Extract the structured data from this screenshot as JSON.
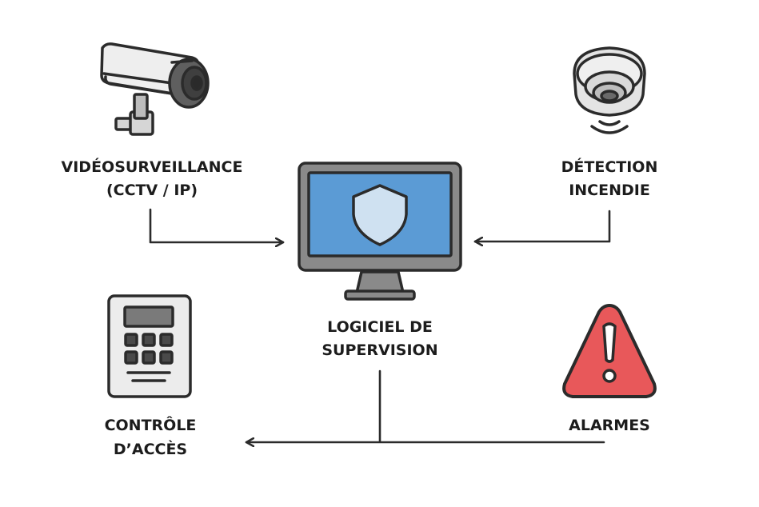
{
  "nodes": {
    "cctv": {
      "line1": "VIDÉOSURVEILLANCE",
      "line2": "(CCTV / IP)",
      "icon": "cctv-camera-icon"
    },
    "fire": {
      "line1": "DÉTECTION",
      "line2": "INCENDIE",
      "icon": "smoke-detector-icon"
    },
    "access": {
      "line1": "CONTRÔLE",
      "line2": "D’ACCÈS",
      "icon": "keypad-icon"
    },
    "alarms": {
      "line1": "ALARMES",
      "icon": "warning-triangle-icon"
    },
    "center": {
      "line1": "LOGICIEL DE",
      "line2": "SUPERVISION",
      "icon": "monitor-shield-icon"
    }
  },
  "colors": {
    "stroke": "#2b2b2b",
    "screen": "#5b9bd5",
    "shield": "#cfe1f1",
    "alarm": "#e8585a",
    "device_gray": "#c8c8c8",
    "device_light": "#e6e6e6"
  }
}
